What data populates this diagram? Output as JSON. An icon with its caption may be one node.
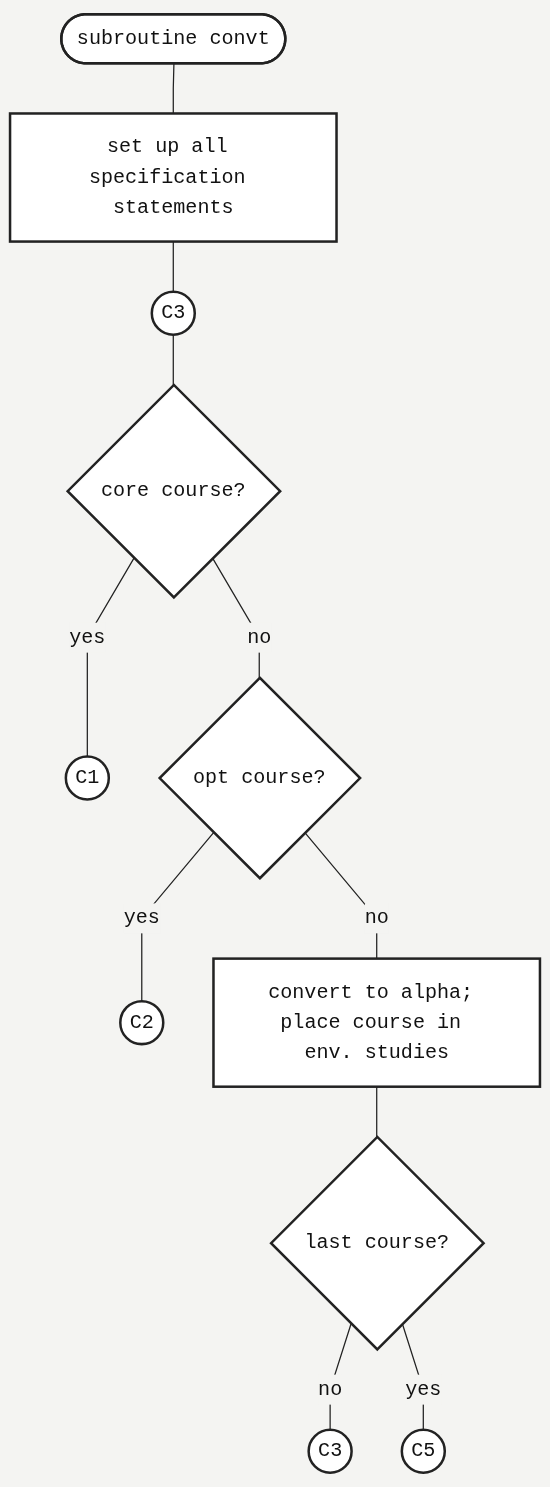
{
  "diagram": {
    "nodes": [
      {
        "text": [
          "subroutine convt"
        ]
      },
      {
        "text": [
          "set up all specification statements"
        ]
      },
      {
        "text": [
          "C3"
        ]
      },
      {
        "text": [
          "core course?"
        ]
      },
      {
        "text": [
          "C1"
        ]
      },
      {
        "text": [
          "opt course?"
        ]
      },
      {
        "text": [
          "C2"
        ]
      },
      {
        "text": [
          "convert to alpha; place course in env. studies"
        ]
      },
      {
        "text": [
          "last course?"
        ]
      },
      {
        "text": [
          "C3"
        ]
      },
      {
        "text": [
          "C5"
        ]
      }
    ],
    "edges": [
      {
        "from": 0,
        "to": 1,
        "arrow": "none"
      },
      {
        "from": 1,
        "to": 2,
        "arrow": "none"
      },
      {
        "from": 2,
        "to": 3,
        "arrow": "none"
      },
      {
        "from": 3,
        "to": 4,
        "arrow": "none",
        "label": "yes"
      },
      {
        "from": 3,
        "to": 5,
        "arrow": "none",
        "label": "no"
      },
      {
        "from": 5,
        "to": 6,
        "arrow": "none",
        "label": "yes"
      },
      {
        "from": 5,
        "to": 7,
        "arrow": "none",
        "label": "no"
      },
      {
        "from": 7,
        "to": 8,
        "arrow": "none"
      },
      {
        "from": 8,
        "to": 9,
        "arrow": "none",
        "label": "no"
      },
      {
        "from": 8,
        "to": 10,
        "arrow": "none",
        "label": "yes"
      }
    ]
  }
}
